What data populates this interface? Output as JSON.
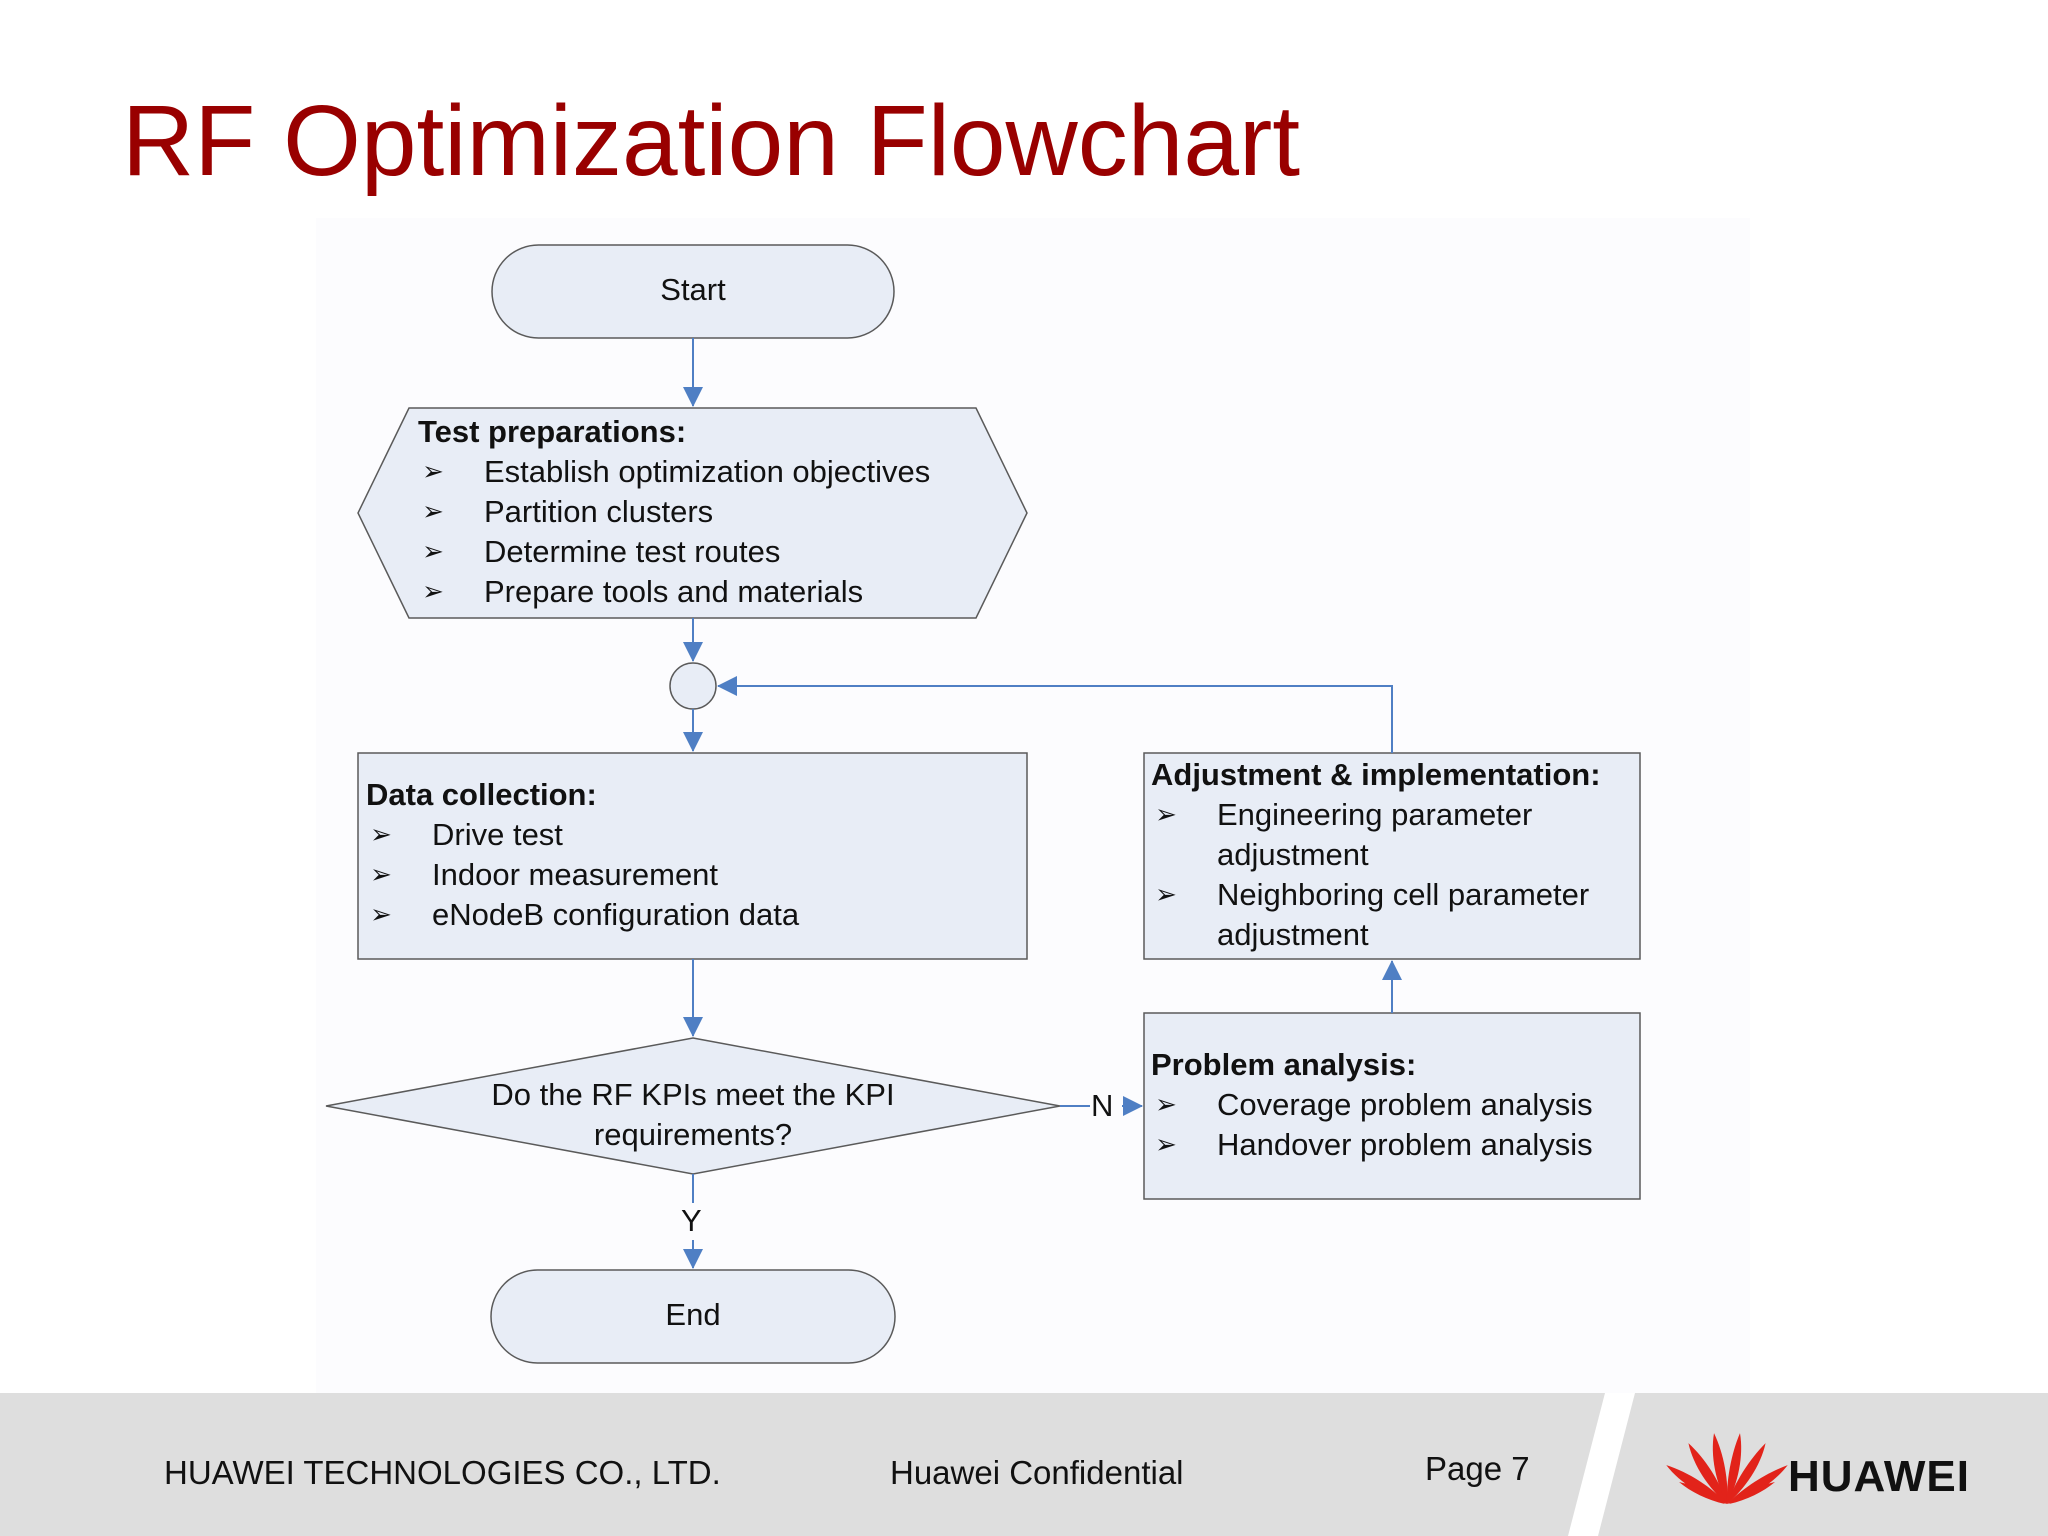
{
  "slide": {
    "title": "RF Optimization Flowchart"
  },
  "flowchart": {
    "start": "Start",
    "test_preparations": {
      "heading": "Test preparations:",
      "items": [
        "Establish optimization objectives",
        "Partition clusters",
        "Determine test routes",
        "Prepare tools and materials"
      ]
    },
    "data_collection": {
      "heading": "Data collection:",
      "items": [
        "Drive test",
        "Indoor measurement",
        "eNodeB configuration data"
      ]
    },
    "decision": {
      "line1": "Do the RF KPIs meet the KPI",
      "line2": "requirements?"
    },
    "labels": {
      "no": "N",
      "yes": "Y"
    },
    "end": "End",
    "problem_analysis": {
      "heading": "Problem analysis:",
      "items": [
        "Coverage problem analysis",
        "Handover problem analysis"
      ]
    },
    "adjustment": {
      "heading": "Adjustment & implementation:",
      "items": [
        {
          "line1": "Engineering parameter",
          "line2": "adjustment"
        },
        {
          "line1": "Neighboring cell parameter",
          "line2": "adjustment"
        }
      ]
    },
    "bullet_symbol": "➢"
  },
  "footer": {
    "company": "HUAWEI TECHNOLOGIES CO., LTD.",
    "confidential": "Huawei Confidential",
    "page": "Page 7",
    "logo_text": "HUAWEI"
  },
  "colors": {
    "title": "#990000",
    "shape_fill": "#e8edf6",
    "shape_stroke": "#5a5a5a",
    "connector": "#4f7fc4",
    "footer_bg": "#dedede",
    "logo_red": "#e2231a"
  }
}
